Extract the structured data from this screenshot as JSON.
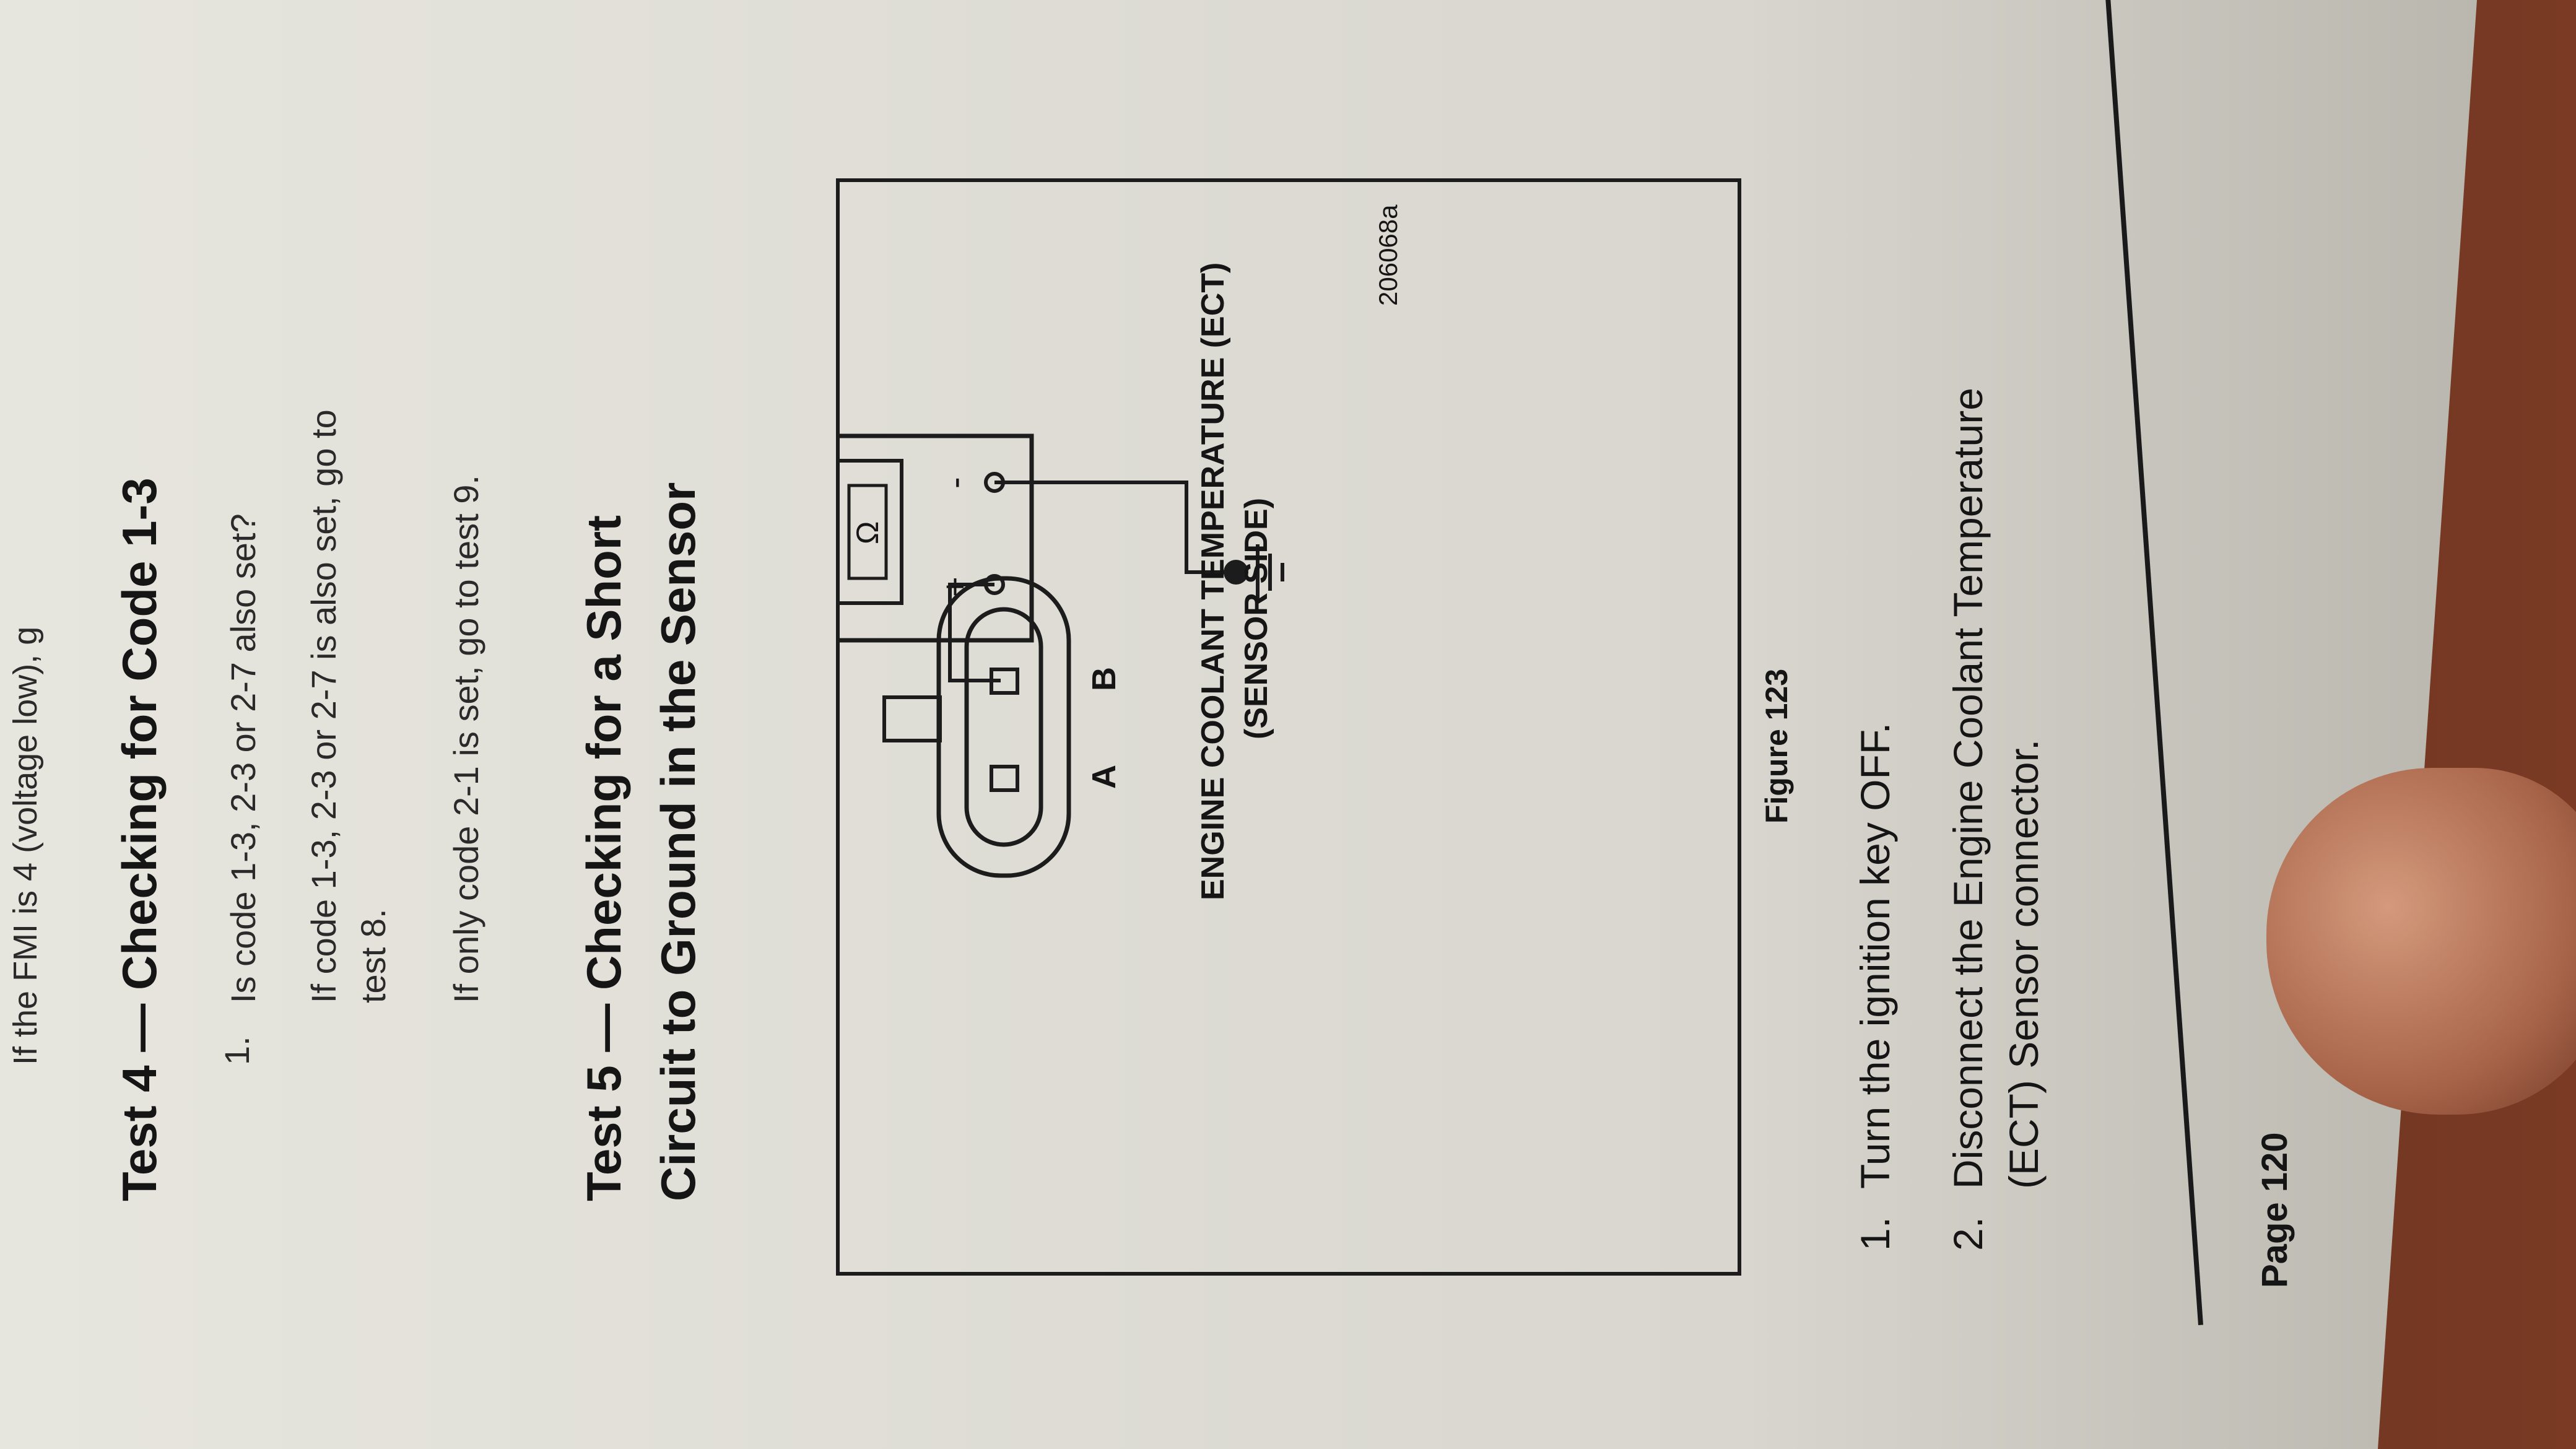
{
  "top_cut_text": "If the FMI is 4 (voltage low), g",
  "test4": {
    "heading": "Test 4 — Checking for Code 1-3",
    "q1_num": "1.",
    "q1_text": "Is code 1-3, 2-3 or 2-7 also set?",
    "a1_line1": "If code 1-3, 2-3 or 2-7 is also set, go to",
    "a1_line2": "test 8.",
    "a2_text": "If only code 2-1 is set, go to test 9."
  },
  "test5": {
    "heading_line1": "Test 5 — Checking for a Short",
    "heading_line2": "Circuit to Ground in the Sensor"
  },
  "figure": {
    "meter_symbol": "Ω",
    "plus": "+",
    "minus": "-",
    "pin_a": "A",
    "pin_b": "B",
    "label_line1": "ENGINE COOLANT TEMPERATURE (ECT)",
    "label_line2": "(SENSOR SIDE)",
    "code": "206068a",
    "caption": "Figure 123"
  },
  "steps": [
    {
      "num": "1.",
      "line1": "Turn the ignition key OFF.",
      "line2": ""
    },
    {
      "num": "2.",
      "line1": "Disconnect the Engine Coolant Temperature",
      "line2": "(ECT) Sensor connector."
    }
  ],
  "page_number": "Page 120"
}
